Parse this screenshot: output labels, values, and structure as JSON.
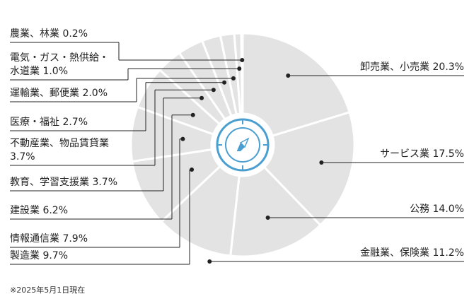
{
  "chart_data": {
    "type": "pie",
    "variant": "donut",
    "unit": "%",
    "categories": [
      "卸売業、小売業",
      "サービス業",
      "公務",
      "金融業、保険業",
      "製造業",
      "情報通信業",
      "建設業",
      "教育、学習支援業",
      "不動産業、物品賃貸業",
      "医療・福祉",
      "運輸業、郵便業",
      "電気・ガス・熱供給・水道業",
      "農業、林業"
    ],
    "values": [
      20.3,
      17.5,
      14.0,
      11.2,
      9.7,
      7.9,
      6.2,
      3.7,
      3.7,
      2.7,
      2.0,
      1.0,
      0.2
    ],
    "labels": [
      "卸売業、小売業 20.3%",
      "サービス業 17.5%",
      "公務 14.0%",
      "金融業、保険業 11.2%",
      "製造業 9.7%",
      "情報通信業 7.9%",
      "建設業 6.2%",
      "教育、学習支援業 3.7%",
      "不動産業、物品賃貸業 3.7%",
      "医療・福祉 2.7%",
      "運輸業、郵便業 2.0%",
      "電気・ガス・熱供給・水道業 1.0%",
      "農業、林業 0.2%"
    ],
    "label_lines": [
      [
        "卸売業、小売業 20.3%"
      ],
      [
        "サービス業 17.5%"
      ],
      [
        "公務 14.0%"
      ],
      [
        "金融業、保険業 11.2%"
      ],
      [
        "製造業 9.7%"
      ],
      [
        "情報通信業 7.9%"
      ],
      [
        "建設業 6.2%"
      ],
      [
        "教育、学習支援業 3.7%"
      ],
      [
        "不動産業、物品賃貸業",
        "3.7%"
      ],
      [
        "医療・福祉 2.7%"
      ],
      [
        "運輸業、郵便業 2.0%"
      ],
      [
        "電気・ガス・熱供給・",
        "水道業 1.0%"
      ],
      [
        "農業、林業 0.2%"
      ]
    ],
    "slice_color": "#e3e3e3",
    "separator_color": "#ffffff",
    "leader_color": "#222222",
    "icon_color": "#4a9fd0",
    "center_icon": "compass-icon"
  },
  "note": "※2025年5月1日現在"
}
